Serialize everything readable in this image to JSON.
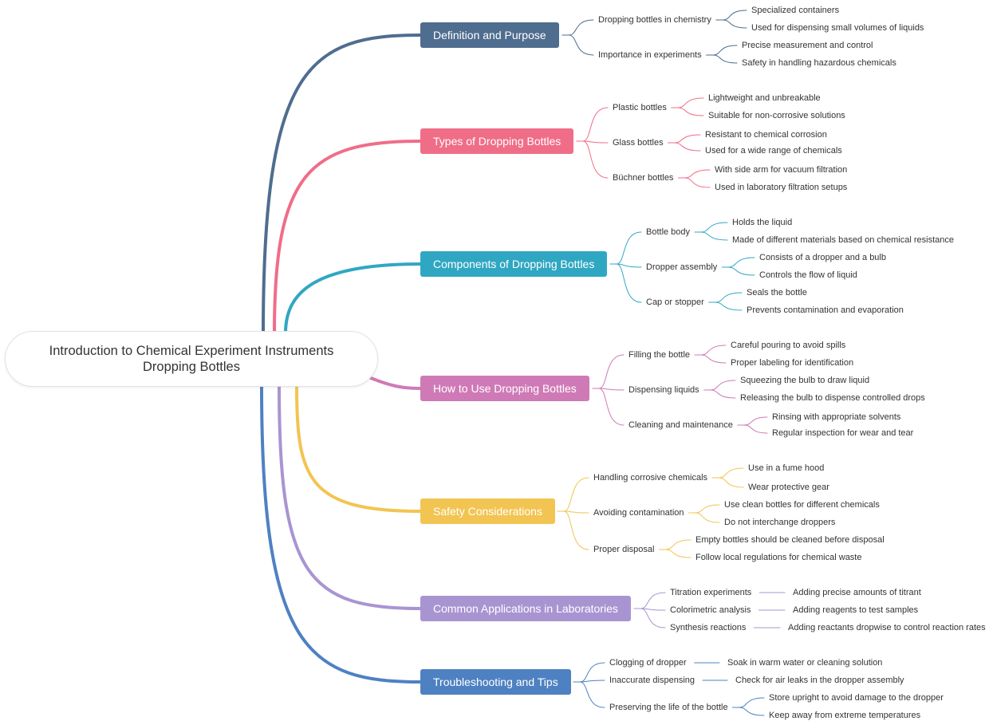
{
  "root": {
    "line1": "Introduction to Chemical Experiment Instruments",
    "line2": "Dropping Bottles"
  },
  "branches": [
    {
      "label": "Definition and Purpose",
      "color": "#4f6d8f",
      "children": [
        {
          "label": "Dropping bottles in chemistry",
          "leaves": [
            "Specialized containers",
            "Used for dispensing small volumes of liquids"
          ]
        },
        {
          "label": "Importance in experiments",
          "leaves": [
            "Precise measurement and control",
            "Safety in handling hazardous chemicals"
          ]
        }
      ]
    },
    {
      "label": "Types of Dropping Bottles",
      "color": "#f06d88",
      "children": [
        {
          "label": "Plastic bottles",
          "leaves": [
            "Lightweight and unbreakable",
            "Suitable for non-corrosive solutions"
          ]
        },
        {
          "label": "Glass bottles",
          "leaves": [
            "Resistant to chemical corrosion",
            "Used for a wide range of chemicals"
          ]
        },
        {
          "label": "Büchner bottles",
          "leaves": [
            "With side arm for vacuum filtration",
            "Used in laboratory filtration setups"
          ]
        }
      ]
    },
    {
      "label": "Components of Dropping Bottles",
      "color": "#30a7c2",
      "children": [
        {
          "label": "Bottle body",
          "leaves": [
            "Holds the liquid",
            "Made of different materials based on chemical resistance"
          ]
        },
        {
          "label": "Dropper assembly",
          "leaves": [
            "Consists of a dropper and a bulb",
            "Controls the flow of liquid"
          ]
        },
        {
          "label": "Cap or stopper",
          "leaves": [
            "Seals the bottle",
            "Prevents contamination and evaporation"
          ]
        }
      ]
    },
    {
      "label": "How to Use Dropping Bottles",
      "color": "#cf7ab6",
      "children": [
        {
          "label": "Filling the bottle",
          "leaves": [
            "Careful pouring to avoid spills",
            "Proper labeling for identification"
          ]
        },
        {
          "label": "Dispensing liquids",
          "leaves": [
            "Squeezing the bulb to draw liquid",
            "Releasing the bulb to dispense controlled drops"
          ]
        },
        {
          "label": "Cleaning and maintenance",
          "leaves": [
            "Rinsing with appropriate solvents",
            "Regular inspection for wear and tear"
          ]
        }
      ]
    },
    {
      "label": "Safety Considerations",
      "color": "#f2c452",
      "children": [
        {
          "label": "Handling corrosive chemicals",
          "leaves": [
            "Use in a fume hood",
            "Wear protective gear"
          ]
        },
        {
          "label": "Avoiding contamination",
          "leaves": [
            "Use clean bottles for different chemicals",
            "Do not interchange droppers"
          ]
        },
        {
          "label": "Proper disposal",
          "leaves": [
            "Empty bottles should be cleaned before disposal",
            "Follow local regulations for chemical waste"
          ]
        }
      ]
    },
    {
      "label": "Common Applications in Laboratories",
      "color": "#a994d2",
      "children": [
        {
          "label": "Titration experiments",
          "leaves": [
            "Adding precise amounts of titrant"
          ]
        },
        {
          "label": "Colorimetric analysis",
          "leaves": [
            "Adding reagents to test samples"
          ]
        },
        {
          "label": "Synthesis reactions",
          "leaves": [
            "Adding reactants dropwise to control reaction rates"
          ]
        }
      ]
    },
    {
      "label": "Troubleshooting and Tips",
      "color": "#4e81c2",
      "children": [
        {
          "label": "Clogging of dropper",
          "leaves": [
            "Soak in warm water or cleaning solution"
          ]
        },
        {
          "label": "Inaccurate dispensing",
          "leaves": [
            "Check for air leaks in the dropper assembly"
          ]
        },
        {
          "label": "Preserving the life of the bottle",
          "leaves": [
            "Store upright to avoid damage to the dropper",
            "Keep away from extreme temperatures"
          ]
        }
      ]
    }
  ]
}
